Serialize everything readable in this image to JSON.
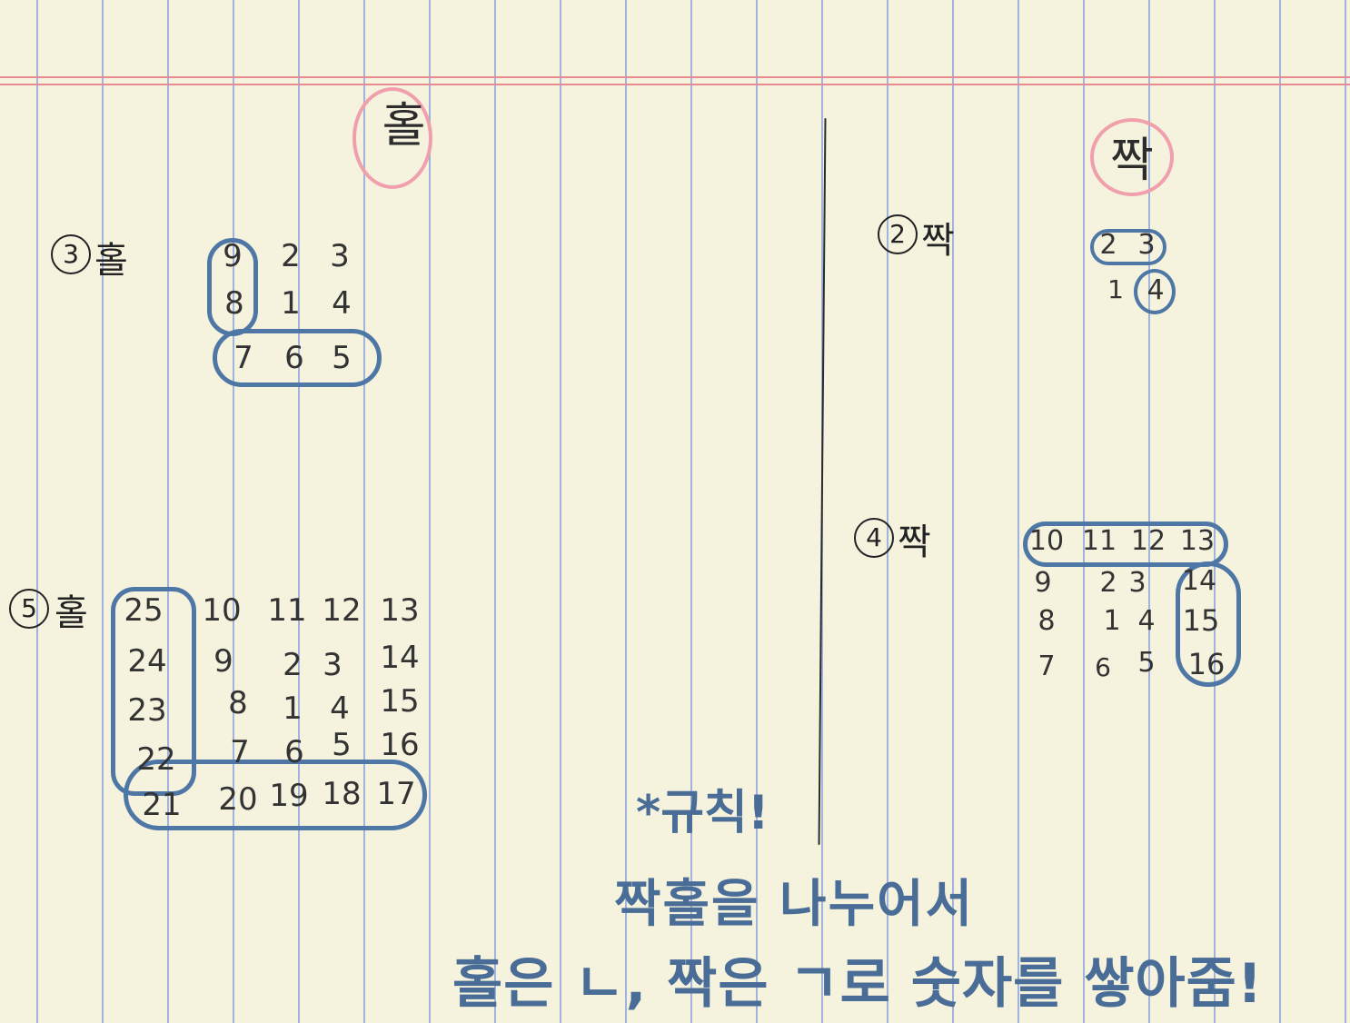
{
  "headers": {
    "odd": "홀",
    "even": "짝"
  },
  "labels": {
    "odd3": {
      "num": "3",
      "word": "홀"
    },
    "even2": {
      "num": "2",
      "word": "짝"
    },
    "even4": {
      "num": "4",
      "word": "짝"
    },
    "odd5": {
      "num": "5",
      "word": "홀"
    }
  },
  "grid3": [
    [
      "9",
      "2",
      "3"
    ],
    [
      "8",
      "1",
      "4"
    ],
    [
      "7",
      "6",
      "5"
    ]
  ],
  "grid2": [
    [
      "2",
      "3"
    ],
    [
      "1",
      "4"
    ]
  ],
  "grid4": [
    [
      "10",
      "11",
      "12",
      "13"
    ],
    [
      "9",
      "2",
      "3",
      "14"
    ],
    [
      "8",
      "1",
      "4",
      "15"
    ],
    [
      "7",
      "6",
      "5",
      "16"
    ]
  ],
  "grid5": [
    [
      "25",
      "10",
      "11",
      "12",
      "13"
    ],
    [
      "24",
      "9",
      "2",
      "3",
      "14"
    ],
    [
      "23",
      "8",
      "1",
      "4",
      "15"
    ],
    [
      "22",
      "7",
      "6",
      "5",
      "16"
    ],
    [
      "21",
      "20",
      "19",
      "18",
      "17"
    ]
  ],
  "rule": {
    "title": "*규칙!",
    "line1": "짝홀을 나누어서",
    "line2": "홀은 ㄴ, 짝은 ㄱ로 숫자를 쌓아줌!"
  },
  "colors": {
    "pen": "#4a6d97",
    "pencil": "#2c2c2c",
    "margin": "#e58c95",
    "rule_lines": "#9fb3dd"
  }
}
